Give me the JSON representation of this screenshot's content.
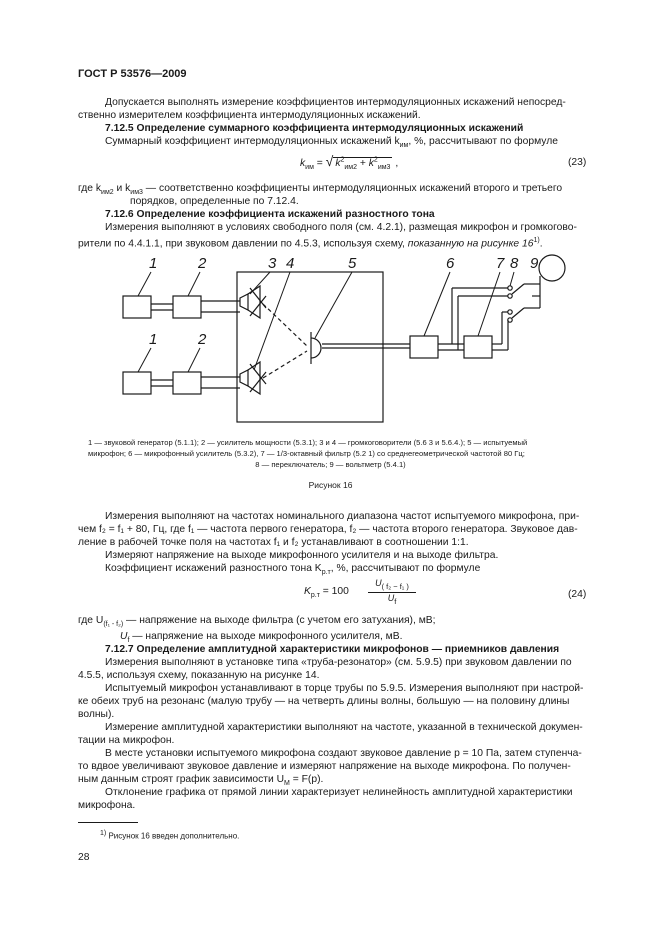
{
  "header": {
    "title": "ГОСТ Р 53576—2009"
  },
  "intro": [
    "Допускается выполнять измерение коэффициентов интермодуляционных искажений непосред-",
    "ственно измерителем коэффициента интермодуляционных искажений."
  ],
  "s7125": {
    "heading": "7.12.5 Определение суммарного коэффициента интермодуляционных искажений",
    "line1": "Суммарный коэффициент интермодуляционных искажений k",
    "line1_sub": "им",
    "line1_tail": ", %, рассчитывают по формуле",
    "eq_lhs": "k",
    "eq_lhs_sub": "им",
    "eq_k2": "k",
    "eq_k2_sub": "им2",
    "eq_k3": "k",
    "eq_k3_sub": "им3",
    "eq_sup": "2",
    "eq_number": "(23)",
    "where1": "где k",
    "where1_sub": "им2",
    "where1_and": " и k",
    "where1_sub2": "им3",
    "where1_tail": " — соответственно коэффициенты интермодуляционных искажений второго и третьего",
    "where2": "порядков, определенные по 7.12.4."
  },
  "s7126": {
    "heading": "7.12.6 Определение коэффициента искажений разностного тона",
    "lines": [
      "Измерения выполняют в условиях свободного поля (см. 4.2.1), размещая микрофон и громкогово-",
      "рители по 4.4.1.1, при звуковом давлении по 4.5.3, используя схему,"
    ],
    "italic_tail": "показанную на рисунке 16",
    "footnote_mark": "1)",
    "line_end": "."
  },
  "figure": {
    "labels": [
      "1",
      "2",
      "3",
      "4",
      "5",
      "1",
      "2",
      "6",
      "7",
      "8",
      "9"
    ],
    "caption_lines": [
      "1 — звуковой генератор (5.1.1); 2 — усилитель мощности (5.3.1); 3 и 4 — громкоговорители (5.6 3 и 5.6.4.); 5 — испытуемый",
      "микрофон; 6 — микрофонный усилитель (5.3.2), 7 — 1/3-октавный фильтр (5.2 1) со среднегеометрической частотой 80 Гц;",
      "8 — переключатель; 9 — вольтметр (5.4.1)"
    ],
    "title": "Рисунок 16"
  },
  "measure": {
    "lines": [
      "Измерения выполняют на частотах номинального диапазона частот испытуемого микрофона, при-",
      "чем f₂ = f₁ + 80, Гц, где f₁ — частота первого генератора, f₂ — частота второго генератора. Звуковое дав-",
      "ление в рабочей точке поля на частотах f₁ и f₂ устанавливают в соотношении 1:1.",
      "Измеряют напряжение на выходе микрофонного усилителя и на выходе фильтра.",
      "Коэффициент искажений разностного тона K"
    ],
    "k_sub": "р.т",
    "k_tail": ", %, рассчитывают по формуле",
    "eq_lhs": "K",
    "eq_lhs_sub": "р.т",
    "eq_mid": " = 100",
    "eq_num": "U",
    "eq_num_sub": "( f₂ − f₁ )",
    "eq_den": "U",
    "eq_den_sub": "f",
    "eq_number": "(24)",
    "where1": "где U",
    "where1_sub": "(f₁ - f₂)",
    "where1_tail": " — напряжение на выходе фильтра (с учетом его затухания), мВ;",
    "where2": "U",
    "where2_sub": "f",
    "where2_tail": " — напряжение на выходе микрофонного усилителя, мВ."
  },
  "s7127": {
    "heading": "7.12.7 Определение амплитудной характеристики микрофонов — приемников давления",
    "lines": [
      "Измерения выполняют в установке типа «труба-резонатор» (см. 5.9.5) при звуковом давлении по",
      "4.5.5, используя схему, показанную на рисунке 14.",
      "Испытуемый микрофон устанавливают в торце трубы по 5.9.5. Измерения выполняют при настрой-",
      "ке обеих труб на резонанс (малую трубу — на четверть длины волны, большую — на половину длины",
      "волны).",
      "Измерение амплитудной характеристики выполняют на частоте, указанной в технической докумен-",
      "тации на микрофон.",
      "В месте установки испытуемого микрофона создают звуковое давление p = 10 Па, затем ступенча-",
      "то вдвое увеличивают звуковое давление и измеряют напряжение на выходе микрофона. По получен-",
      "ным данным строят график зависимости U",
      "Отклонение графика от прямой линии характеризует нелинейность амплитудной характеристики",
      "микрофона."
    ],
    "graph_sub": "M",
    "graph_tail": " = F(p)."
  },
  "footnote": {
    "mark": "1)",
    "text": "Рисунок 16 введен дополнительно."
  },
  "page_number": "28"
}
